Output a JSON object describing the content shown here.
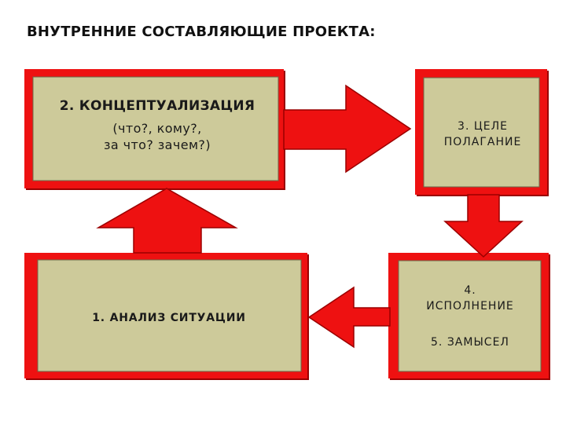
{
  "title": "ВНУТРЕННИЕ СОСТАВЛЯЮЩИЕ ПРОЕКТА:",
  "colors": {
    "frame_red": "#ee1111",
    "frame_dark": "#9a0000",
    "box_fill": "#cdca9a",
    "text": "#1a1a1a"
  },
  "boxes": {
    "conceptualization": {
      "title": "2. КОНЦЕПТУАЛИЗАЦИЯ",
      "subtitle_line1": "(что?, кому?,",
      "subtitle_line2": "за что? зачем?)"
    },
    "goal_setting": {
      "line1": "3. ЦЕЛЕ",
      "line2": "ПОЛАГАНИЕ"
    },
    "situation_analysis": {
      "label": "1. АНАЛИЗ СИТУАЦИИ"
    },
    "execution": {
      "line1": "4.",
      "line2": "ИСПОЛНЕНИЕ",
      "line3": "5. ЗАМЫСЕЛ"
    }
  },
  "arrows": [
    {
      "from": "1. АНАЛИЗ СИТУАЦИИ",
      "to": "2. КОНЦЕПТУАЛИЗАЦИЯ",
      "direction": "up"
    },
    {
      "from": "2. КОНЦЕПТУАЛИЗАЦИЯ",
      "to": "3. ЦЕЛЕ ПОЛАГАНИЕ",
      "direction": "right"
    },
    {
      "from": "3. ЦЕЛЕ ПОЛАГАНИЕ",
      "to": "4. ИСПОЛНЕНИЕ",
      "direction": "down"
    },
    {
      "from": "4. ИСПОЛНЕНИЕ",
      "to": "1. АНАЛИЗ СИТУАЦИИ",
      "direction": "left"
    }
  ]
}
